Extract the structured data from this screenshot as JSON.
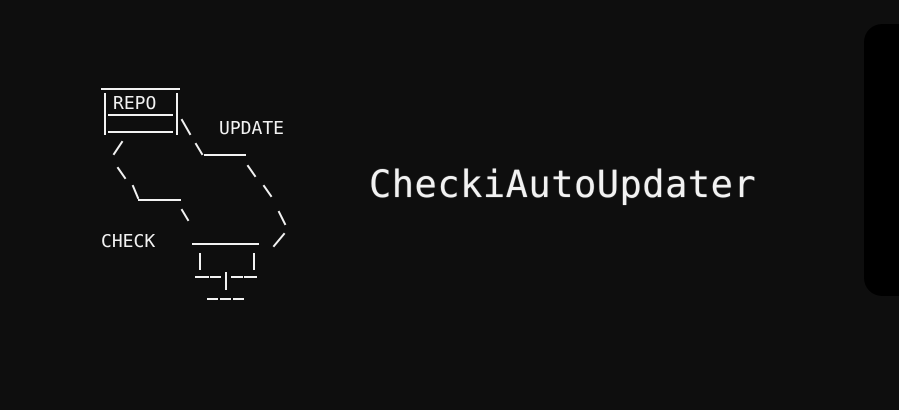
{
  "logo": {
    "repo_label": "REPO",
    "update_label": "UPDATE",
    "check_label": "CHECK"
  },
  "title": "CheckiAutoUpdater",
  "colors": {
    "background": "#0e0e0e",
    "foreground": "#f2f2f2",
    "panel": "#000000"
  }
}
